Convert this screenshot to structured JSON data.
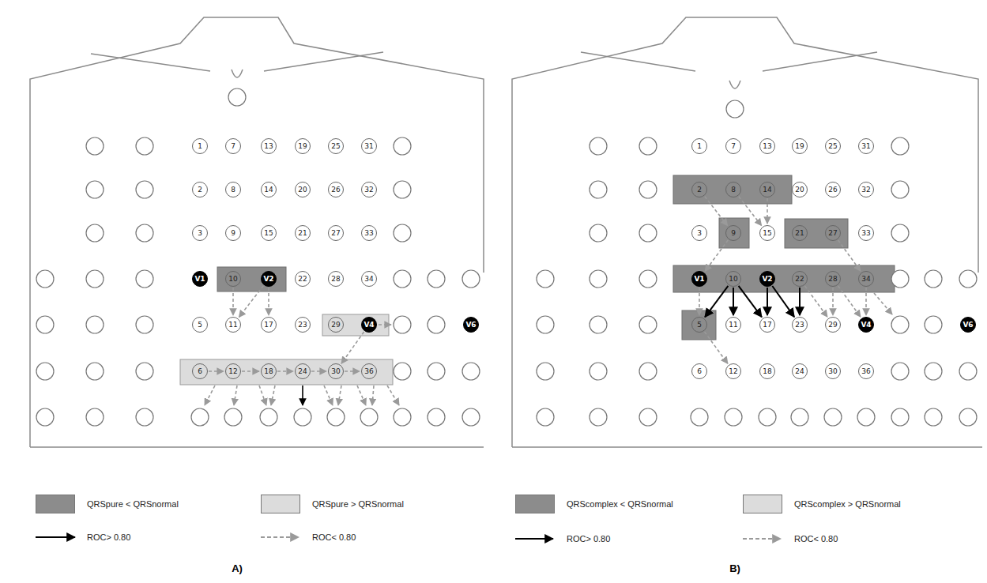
{
  "diagram": {
    "nodes": [
      {
        "text": [
          "1"
        ]
      },
      {
        "text": [
          "7"
        ]
      },
      {
        "text": [
          "13"
        ]
      },
      {
        "text": [
          "19"
        ]
      },
      {
        "text": [
          "25"
        ]
      },
      {
        "text": [
          "31"
        ]
      },
      {
        "text": [
          "2"
        ]
      },
      {
        "text": [
          "8"
        ]
      },
      {
        "text": [
          "14"
        ]
      },
      {
        "text": [
          "20"
        ]
      },
      {
        "text": [
          "26"
        ]
      },
      {
        "text": [
          "32"
        ]
      },
      {
        "text": [
          "3"
        ]
      },
      {
        "text": [
          "9"
        ]
      },
      {
        "text": [
          "15"
        ]
      },
      {
        "text": [
          "21"
        ]
      },
      {
        "text": [
          "27"
        ]
      },
      {
        "text": [
          "33"
        ]
      },
      {
        "text": [
          "V1"
        ]
      },
      {
        "text": [
          "10"
        ]
      },
      {
        "text": [
          "V2"
        ]
      },
      {
        "text": [
          "22"
        ]
      },
      {
        "text": [
          "28"
        ]
      },
      {
        "text": [
          "34"
        ]
      },
      {
        "text": [
          "5"
        ]
      },
      {
        "text": [
          "11"
        ]
      },
      {
        "text": [
          "17"
        ]
      },
      {
        "text": [
          "23"
        ]
      },
      {
        "text": [
          "29"
        ]
      },
      {
        "text": [
          "V4"
        ]
      },
      {
        "text": [
          "V6"
        ]
      },
      {
        "text": [
          "6"
        ]
      },
      {
        "text": [
          "12"
        ]
      },
      {
        "text": [
          "18"
        ]
      },
      {
        "text": [
          "24"
        ]
      },
      {
        "text": [
          "30"
        ]
      },
      {
        "text": [
          "36"
        ]
      },
      {
        "text": [
          "1"
        ]
      },
      {
        "text": [
          "7"
        ]
      },
      {
        "text": [
          "13"
        ]
      },
      {
        "text": [
          "19"
        ]
      },
      {
        "text": [
          "25"
        ]
      },
      {
        "text": [
          "31"
        ]
      },
      {
        "text": [
          "2"
        ]
      },
      {
        "text": [
          "8"
        ]
      },
      {
        "text": [
          "14"
        ]
      },
      {
        "text": [
          "20"
        ]
      },
      {
        "text": [
          "26"
        ]
      },
      {
        "text": [
          "32"
        ]
      },
      {
        "text": [
          "3"
        ]
      },
      {
        "text": [
          "9"
        ]
      },
      {
        "text": [
          "15"
        ]
      },
      {
        "text": [
          "21"
        ]
      },
      {
        "text": [
          "27"
        ]
      },
      {
        "text": [
          "33"
        ]
      },
      {
        "text": [
          "V1"
        ]
      },
      {
        "text": [
          "10"
        ]
      },
      {
        "text": [
          "V2"
        ]
      },
      {
        "text": [
          "22"
        ]
      },
      {
        "text": [
          "28"
        ]
      },
      {
        "text": [
          "34"
        ]
      },
      {
        "text": [
          "5"
        ]
      },
      {
        "text": [
          "11"
        ]
      },
      {
        "text": [
          "17"
        ]
      },
      {
        "text": [
          "23"
        ]
      },
      {
        "text": [
          "29"
        ]
      },
      {
        "text": [
          "V4"
        ]
      },
      {
        "text": [
          "V6"
        ]
      },
      {
        "text": [
          "6"
        ]
      },
      {
        "text": [
          "12"
        ]
      },
      {
        "text": [
          "18"
        ]
      },
      {
        "text": [
          "24"
        ]
      },
      {
        "text": [
          "30"
        ]
      },
      {
        "text": [
          "36"
        ]
      }
    ],
    "edges": [
      {
        "from": 19,
        "to": 25,
        "arrow": "to"
      },
      {
        "from": 20,
        "to": 25,
        "arrow": "to"
      },
      {
        "from": 20,
        "to": 26,
        "arrow": "to"
      },
      {
        "from": 29,
        "to": 35,
        "arrow": "to"
      },
      {
        "from": 31,
        "to": 32,
        "arrow": "to"
      },
      {
        "from": 32,
        "to": 33,
        "arrow": "to"
      },
      {
        "from": 33,
        "to": 34,
        "arrow": "to"
      },
      {
        "from": 34,
        "to": 35,
        "arrow": "to"
      },
      {
        "from": 35,
        "to": 36,
        "arrow": "to"
      },
      {
        "from": 43,
        "to": 50,
        "arrow": "to"
      },
      {
        "from": 44,
        "to": 51,
        "arrow": "to"
      },
      {
        "from": 45,
        "to": 51,
        "arrow": "to"
      },
      {
        "from": 50,
        "to": 55,
        "arrow": "to"
      },
      {
        "from": 53,
        "to": 60,
        "arrow": "to"
      },
      {
        "from": 55,
        "to": 61,
        "arrow": "to"
      },
      {
        "from": 56,
        "to": 61,
        "arrow": "to"
      },
      {
        "from": 56,
        "to": 62,
        "arrow": "to"
      },
      {
        "from": 56,
        "to": 63,
        "arrow": "to"
      },
      {
        "from": 57,
        "to": 63,
        "arrow": "to"
      },
      {
        "from": 57,
        "to": 64,
        "arrow": "to"
      },
      {
        "from": 58,
        "to": 64,
        "arrow": "to"
      },
      {
        "from": 58,
        "to": 65,
        "arrow": "to"
      },
      {
        "from": 59,
        "to": 65,
        "arrow": "to"
      },
      {
        "from": 59,
        "to": 66,
        "arrow": "to"
      },
      {
        "from": 60,
        "to": 66,
        "arrow": "to"
      },
      {
        "from": 61,
        "to": 69,
        "arrow": "to"
      }
    ],
    "labels": [
      "A)",
      "B)"
    ],
    "legend": [
      {
        "text": "QRSpure < QRSnormal",
        "color": "#8c8c8c"
      },
      {
        "text": "QRSpure > QRSnormal",
        "color": "#dcdcdc"
      },
      {
        "text": "ROC> 0.80"
      },
      {
        "text": "ROC< 0.80"
      },
      {
        "text": "QRScomplex < QRSnormal",
        "color": "#8c8c8c"
      },
      {
        "text": "QRScomplex > QRSnormal",
        "color": "#dcdcdc"
      },
      {
        "text": "ROC> 0.80"
      },
      {
        "text": "ROC< 0.80"
      }
    ]
  }
}
